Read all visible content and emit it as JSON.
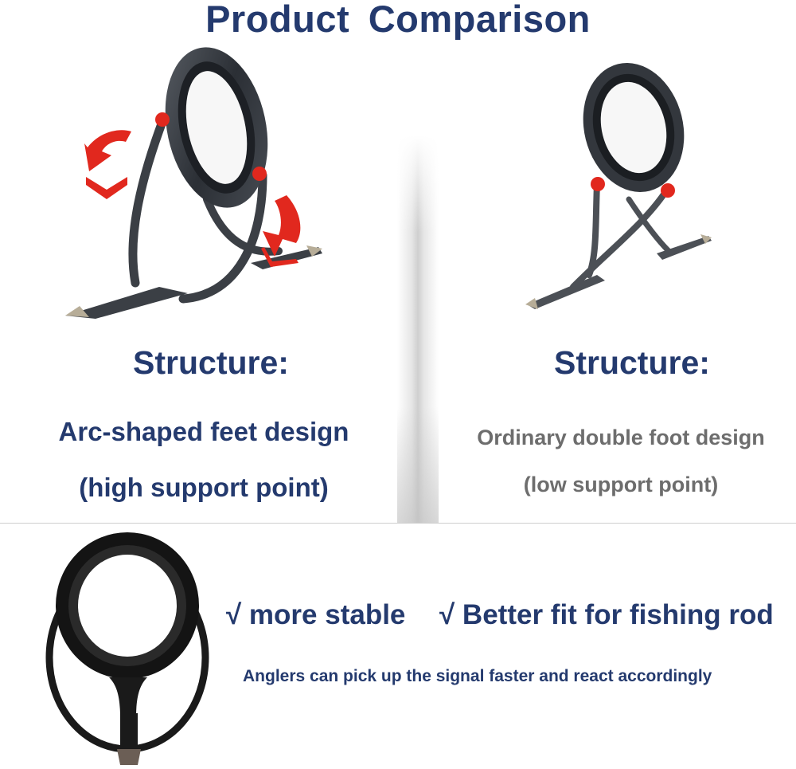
{
  "header": {
    "title": "Product  Comparison"
  },
  "left_panel": {
    "structure_label": "Structure:",
    "line1": "Arc-shaped feet design",
    "line2": "(high support point)"
  },
  "right_panel": {
    "structure_label": "Structure:",
    "line1": "Ordinary double foot design",
    "line2": "(low support point)"
  },
  "bottom": {
    "benefit1": "√ more stable",
    "benefit2": "√ Better fit for fishing rod",
    "note": "Anglers can pick up the signal faster and react accordingly"
  },
  "colors": {
    "title_blue": "#243a6e",
    "gray_text": "#6d6d6d",
    "marker_red": "#e1281e"
  },
  "icons": [
    "arc-foot-guide-image",
    "double-foot-guide-image",
    "ring-guide-front-image",
    "down-arrow-icon",
    "support-point-marker"
  ]
}
